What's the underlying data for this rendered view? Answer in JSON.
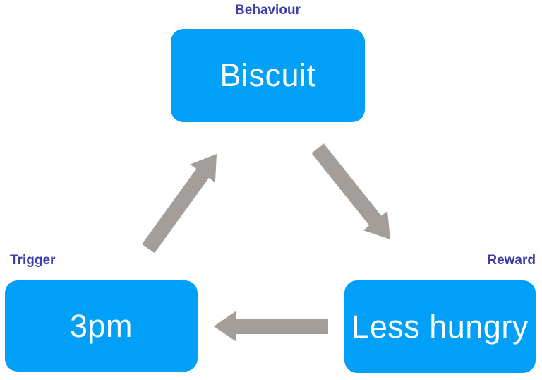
{
  "diagram": {
    "type": "cycle",
    "nodes": [
      {
        "id": "behaviour",
        "label": "Behaviour",
        "text": "Biscuit"
      },
      {
        "id": "trigger",
        "label": "Trigger",
        "text": "3pm"
      },
      {
        "id": "reward",
        "label": "Reward",
        "text": "Less hungry"
      }
    ],
    "arrows": [
      {
        "from": "trigger",
        "to": "behaviour",
        "direction": "up-right"
      },
      {
        "from": "behaviour",
        "to": "reward",
        "direction": "down-right"
      },
      {
        "from": "reward",
        "to": "trigger",
        "direction": "left"
      }
    ],
    "colors": {
      "node_fill": "#00a0f8",
      "node_text": "#ffffff",
      "label_text": "#3d3dab",
      "arrow": "#a39e99",
      "background": "#ffffff"
    }
  }
}
